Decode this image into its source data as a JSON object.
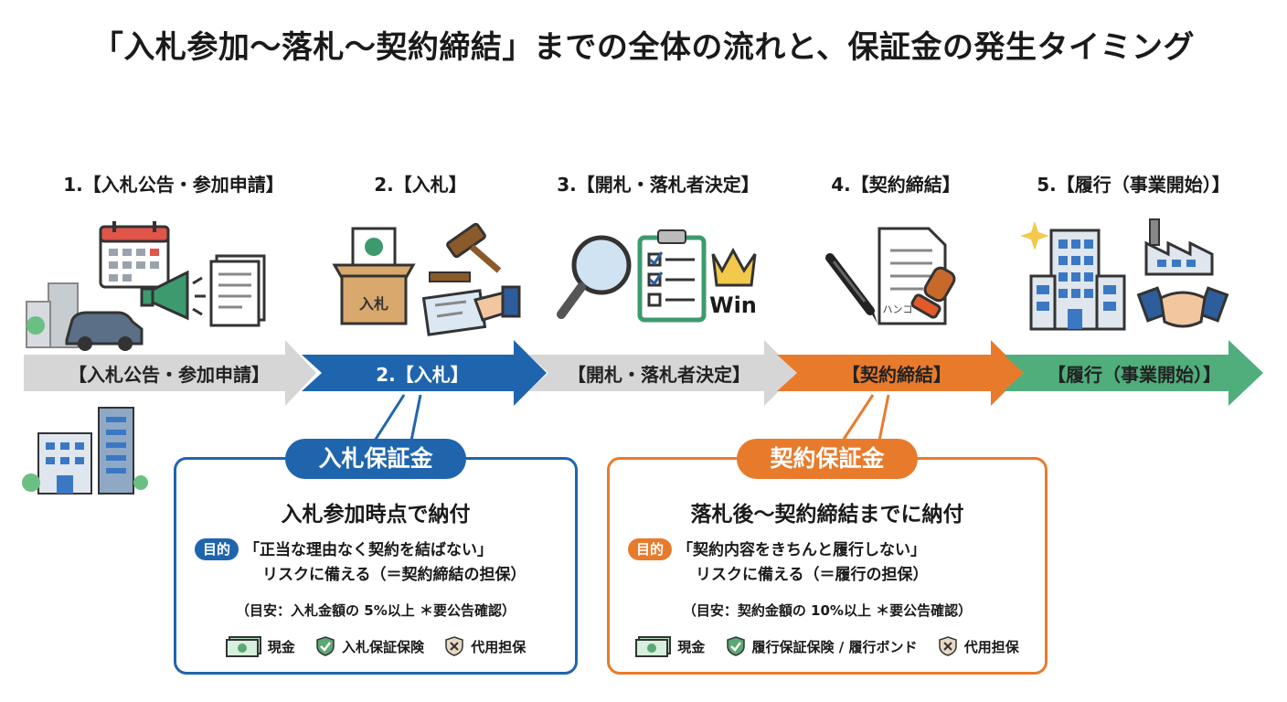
{
  "title": "「入札参加〜落札〜契約締結」までの全体の流れと、保証金の発生タイミング",
  "steps": [
    {
      "heading": "1.【入札公告・参加申請】",
      "band": "【入札公告・参加申請】",
      "band_color": "#d6d6d6"
    },
    {
      "heading": "2.【入札】",
      "band": "2.【入札】",
      "band_color": "#1f65ad",
      "icon_label": "入札"
    },
    {
      "heading": "3.【開札・落札者決定】",
      "band": "【開札・落札者決定】",
      "band_color": "#d6d6d6",
      "icon_label": "Win"
    },
    {
      "heading": "4.【契約締結】",
      "band": "【契約締結】",
      "band_color": "#e87b2b",
      "icon_label": "ハンコ"
    },
    {
      "heading": "5.【履行（事業開始）】",
      "band": "【履行（事業開始）】",
      "band_color": "#4fae7c"
    }
  ],
  "bid_deposit": {
    "label": "入札保証金",
    "color": "#1f65ad",
    "headline": "入札参加時点で納付",
    "purpose_badge": "目的",
    "purpose_line1": "「正当な理由なく契約を結ばない」",
    "purpose_line2": "リスクに備える（＝契約締結の担保）",
    "guideline": "（目安：入札金額の 5%以上 ＊要公告確認）",
    "methods": [
      "現金",
      "入札保証保険",
      "代用担保"
    ]
  },
  "contract_deposit": {
    "label": "契約保証金",
    "color": "#e87b2b",
    "headline": "落札後〜契約締結までに納付",
    "purpose_badge": "目的",
    "purpose_line1": "「契約内容をきちんと履行しない」",
    "purpose_line2": "リスクに備える（＝履行の担保）",
    "guideline": "（目安：契約金額の 10%以上 ＊要公告確認）",
    "methods": [
      "現金",
      "履行保証保険 / 履行ボンド",
      "代用担保"
    ]
  }
}
